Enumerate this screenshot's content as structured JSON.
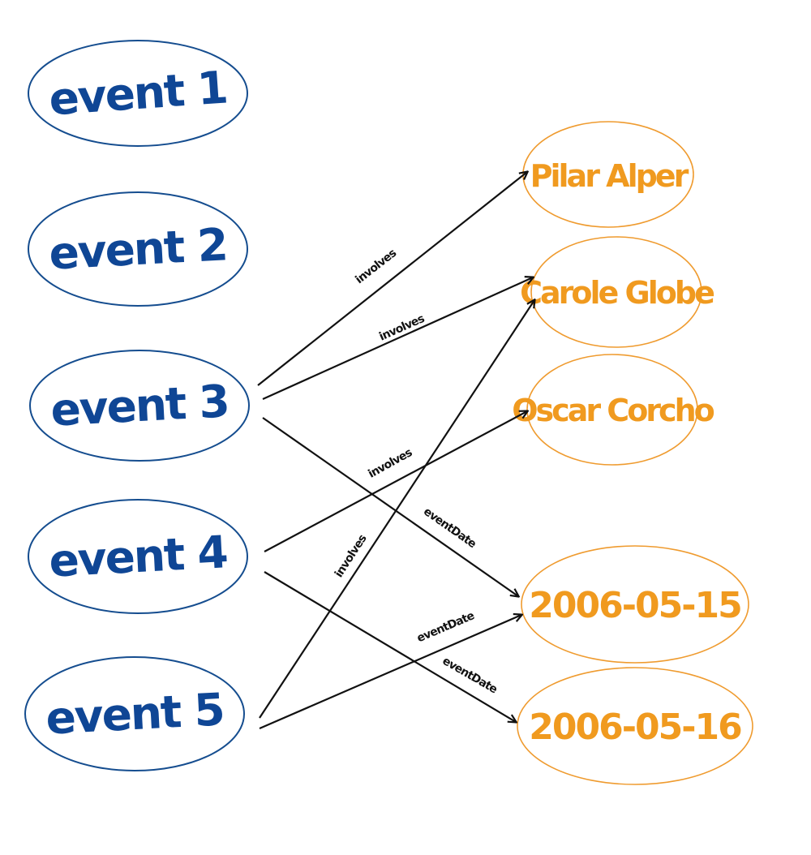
{
  "events": [
    {
      "label": "event 1"
    },
    {
      "label": "event 2"
    },
    {
      "label": "event 3"
    },
    {
      "label": "event 4"
    },
    {
      "label": "event 5"
    }
  ],
  "values": [
    {
      "label": "Pilar Alper"
    },
    {
      "label": "Carole Globe"
    },
    {
      "label": "Oscar Corcho"
    },
    {
      "label": "2006-05-15"
    },
    {
      "label": "2006-05-16"
    }
  ],
  "relations": [
    {
      "label": "involves",
      "from": "event 3",
      "to": "Pilar Alper"
    },
    {
      "label": "involves",
      "from": "event 3",
      "to": "Carole Globe"
    },
    {
      "label": "eventDate",
      "from": "event 3",
      "to": "2006-05-15"
    },
    {
      "label": "involves",
      "from": "event 4",
      "to": "Oscar Corcho"
    },
    {
      "label": "eventDate",
      "from": "event 4",
      "to": "2006-05-16"
    },
    {
      "label": "involves",
      "from": "event 5",
      "to": "Carole Globe"
    },
    {
      "label": "eventDate",
      "from": "event 5",
      "to": "2006-05-15"
    }
  ],
  "colors": {
    "event_stroke": "#154d8f",
    "event_text": "#0f4695",
    "value_stroke": "#ef9b2f",
    "value_text": "#f09a1f",
    "edge": "#111111"
  }
}
